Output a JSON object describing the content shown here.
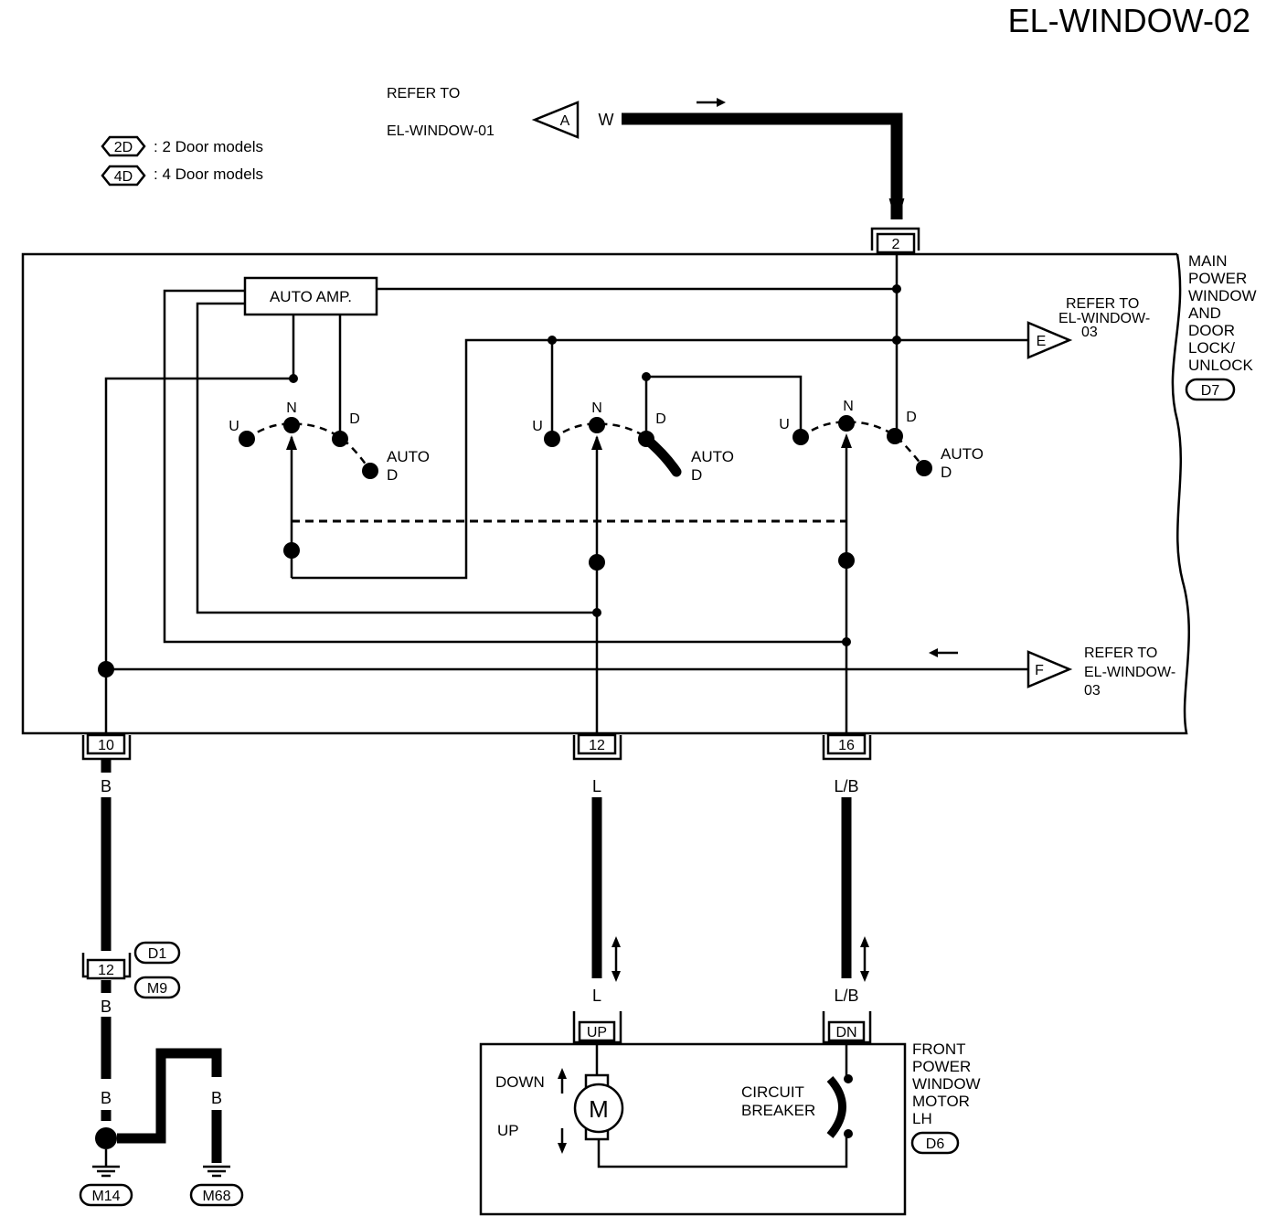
{
  "title": "EL-WINDOW-02",
  "legend": [
    {
      "tag": "2D",
      "desc": ": 2 Door models"
    },
    {
      "tag": "4D",
      "desc": ": 4 Door models"
    }
  ],
  "refer_top": {
    "line1": "REFER TO",
    "line2": "EL-WINDOW-01",
    "connector": "A",
    "wire": "W"
  },
  "refer_e": {
    "line1": "REFER TO",
    "line2": "EL-WINDOW-",
    "line3": "03",
    "connector": "E"
  },
  "refer_f": {
    "line1": "REFER TO",
    "line2": "EL-WINDOW-",
    "line3": "03",
    "connector": "F"
  },
  "main_switch": {
    "lines": [
      "MAIN",
      "POWER",
      "WINDOW",
      "AND",
      "DOOR",
      "LOCK/",
      "UNLOCK"
    ],
    "connector": "D7",
    "top_terminal": "2",
    "top_wire": "W",
    "auto_amp": "AUTO AMP.",
    "switch_labels": {
      "u": "U",
      "n": "N",
      "d": "D",
      "auto": "AUTO",
      "auto_d": "D"
    }
  },
  "terminals": {
    "t10": "10",
    "t12": "12",
    "t16": "16"
  },
  "wires": {
    "b": "B",
    "l": "L",
    "lb": "L/B"
  },
  "joint": {
    "terminal": "12",
    "conn1": "D1",
    "conn2": "M9"
  },
  "grounds": {
    "g1": "M14",
    "g2": "M68"
  },
  "motor": {
    "lines": [
      "FRONT",
      "POWER",
      "WINDOW",
      "MOTOR",
      "LH"
    ],
    "connector": "D6",
    "up_terminal": "UP",
    "dn_terminal": "DN",
    "down_label": "DOWN",
    "up_label": "UP",
    "motor_symbol": "M",
    "cb_line1": "CIRCUIT",
    "cb_line2": "BREAKER"
  }
}
